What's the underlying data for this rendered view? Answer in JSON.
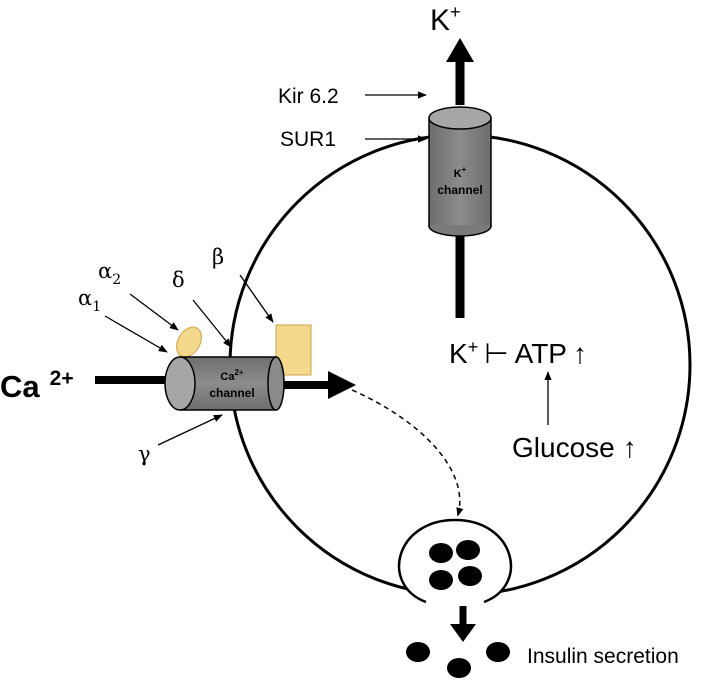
{
  "diagram": {
    "k_out": {
      "symbol": "K",
      "charge": "+"
    },
    "kir_label": "Kir 6.2",
    "sur_label": "SUR1",
    "k_channel": {
      "line1_symbol": "K",
      "line1_charge": "+",
      "line2": "channel"
    },
    "ca_in": {
      "symbol": "Ca",
      "charge": "2+"
    },
    "ca_channel": {
      "line1_symbol": "Ca",
      "line1_charge": "2+",
      "line2": "channel"
    },
    "subunits": {
      "alpha2": {
        "greek": "α",
        "sub": "2"
      },
      "alpha1": {
        "greek": "α",
        "sub": "1"
      },
      "delta": "δ",
      "beta": "β",
      "gamma": "γ"
    },
    "k_atp": {
      "k_symbol": "K",
      "k_charge": "+",
      "inhibit": "⊢",
      "atp": "ATP",
      "arrow": "↑"
    },
    "glucose": {
      "label": "Glucose",
      "arrow": "↑"
    },
    "insulin_label": "Insulin secretion",
    "colors": {
      "channel_body": "#7f7f7f",
      "channel_top": "#a6a6a6",
      "subunit_fill": "#f4d88c",
      "subunit_stroke": "#c8a64a",
      "outline": "#000000"
    }
  }
}
